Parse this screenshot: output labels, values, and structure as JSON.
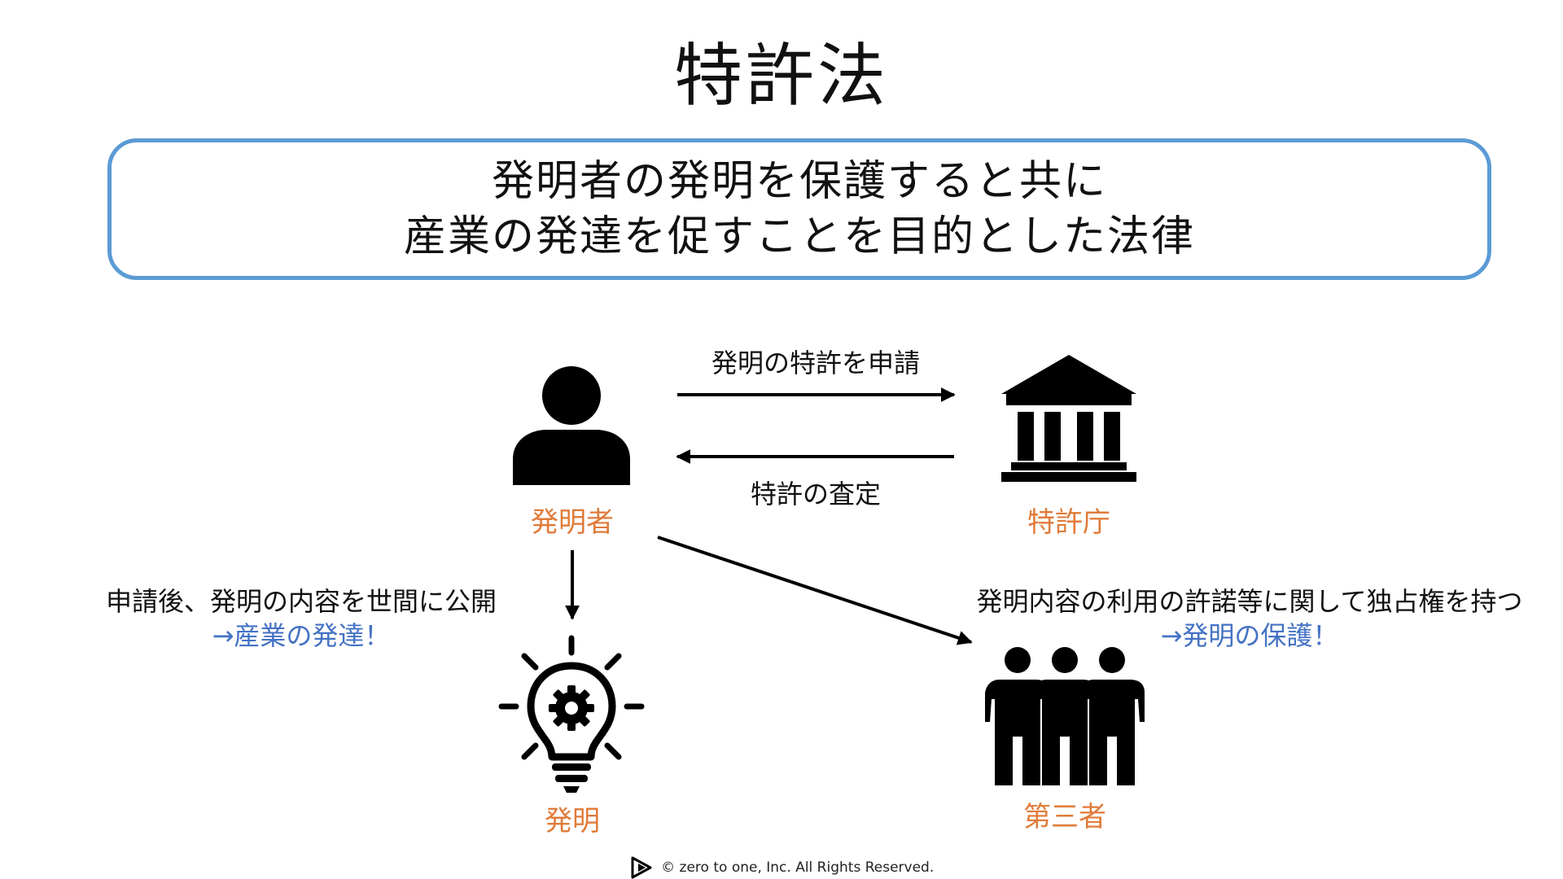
{
  "title": "特許法",
  "purpose": {
    "line1": "発明者の発明を保護すると共に",
    "line2": "産業の発達を促すことを目的とした法律"
  },
  "nodes": {
    "inventor": {
      "label": "発明者",
      "icon": "person-icon"
    },
    "patent_office": {
      "label": "特許庁",
      "icon": "government-building-icon"
    },
    "invention": {
      "label": "発明",
      "icon": "lightbulb-gear-icon"
    },
    "third_party": {
      "label": "第三者",
      "icon": "group-of-people-icon"
    }
  },
  "arrows": {
    "apply": "発明の特許を申請",
    "examine": "特許の査定"
  },
  "notes": {
    "publication": {
      "text": "申請後、発明の内容を世間に公開",
      "result": "→産業の発達！"
    },
    "exclusive": {
      "text": "発明内容の利用の許諾等に関して独占権を持つ",
      "result": "→発明の保護！"
    }
  },
  "footer": {
    "copyright": "©  zero to one, Inc. All Rights Reserved."
  },
  "colors": {
    "node_label": "#e07b39",
    "result_text": "#4472c4",
    "box_border": "#5b9bd5",
    "text": "#111111"
  }
}
